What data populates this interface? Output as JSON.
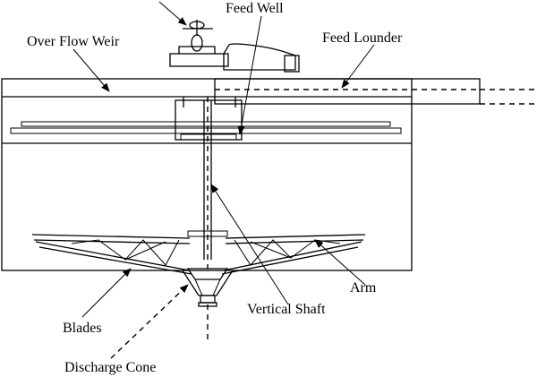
{
  "labels": {
    "feed_well": "Feed Well",
    "over_flow_weir": "Over Flow Weir",
    "feed_launder": "Feed Lounder",
    "arm": "Arm",
    "vertical_shaft": "Vertical Shaft",
    "blades": "Blades",
    "discharge_cone": "Discharge Cone"
  }
}
